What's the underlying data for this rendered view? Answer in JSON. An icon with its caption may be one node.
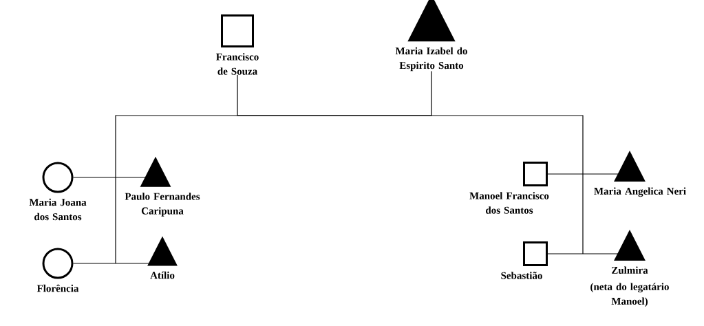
{
  "diagram": {
    "nodes": [
      {
        "text": [
          "Francisco de Souza"
        ]
      },
      {
        "text": [
          "Maria Izabel do Espirito Santo"
        ]
      },
      {
        "text": [
          "Maria Joana dos Santos"
        ]
      },
      {
        "text": [
          "Paulo Fernandes Caripuna"
        ]
      },
      {
        "text": [
          "Florência"
        ]
      },
      {
        "text": [
          "Atílio"
        ]
      },
      {
        "text": [
          "Manoel Francisco dos Santos"
        ]
      },
      {
        "text": [
          "Maria Angelica Neri"
        ]
      },
      {
        "text": [
          "Sebastião"
        ]
      },
      {
        "text": [
          "Zulmira",
          "(neta do legatário Manoel)"
        ]
      }
    ],
    "edges": [
      {
        "from": 0,
        "to": 1,
        "arrow": "none"
      },
      {
        "from": 2,
        "to": 3,
        "arrow": "none"
      },
      {
        "from": 4,
        "to": 5,
        "arrow": "none"
      },
      {
        "from": 6,
        "to": 7,
        "arrow": "none"
      },
      {
        "from": 8,
        "to": 9,
        "arrow": "none"
      }
    ]
  }
}
